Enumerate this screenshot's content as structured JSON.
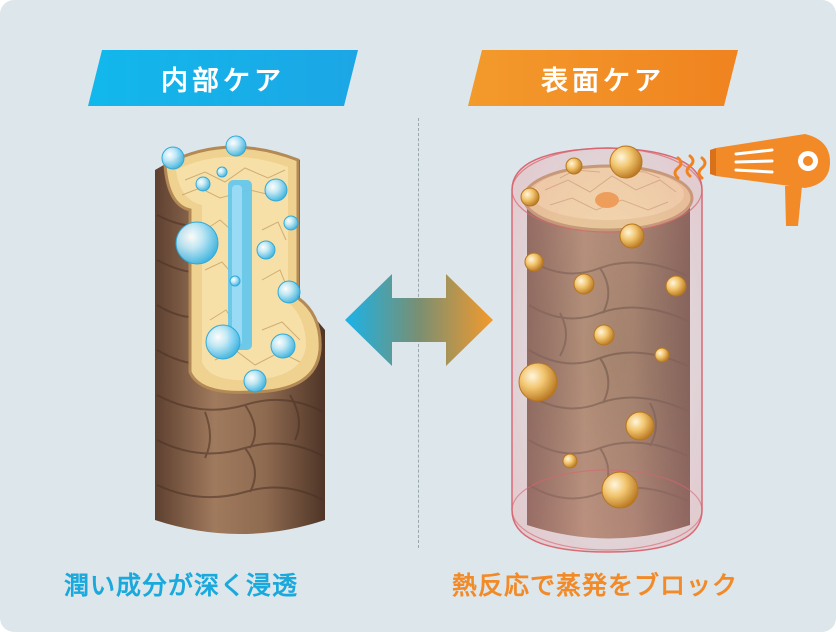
{
  "banners": {
    "inner_care": "内部ケア",
    "surface_care": "表面ケア"
  },
  "captions": {
    "inner_care": "潤い成分が深く浸透",
    "surface_care": "熱反応で蒸発をブロック"
  },
  "icons": {
    "arrow": "double-arrow-icon",
    "dryer": "hair-dryer-icon",
    "heat": "heat-waves-icon"
  },
  "colors": {
    "inner_accent": "#1aa9dd",
    "surface_accent": "#f28a28",
    "hair_brown": "#8a6248",
    "cross_section": "#f3d99a"
  }
}
